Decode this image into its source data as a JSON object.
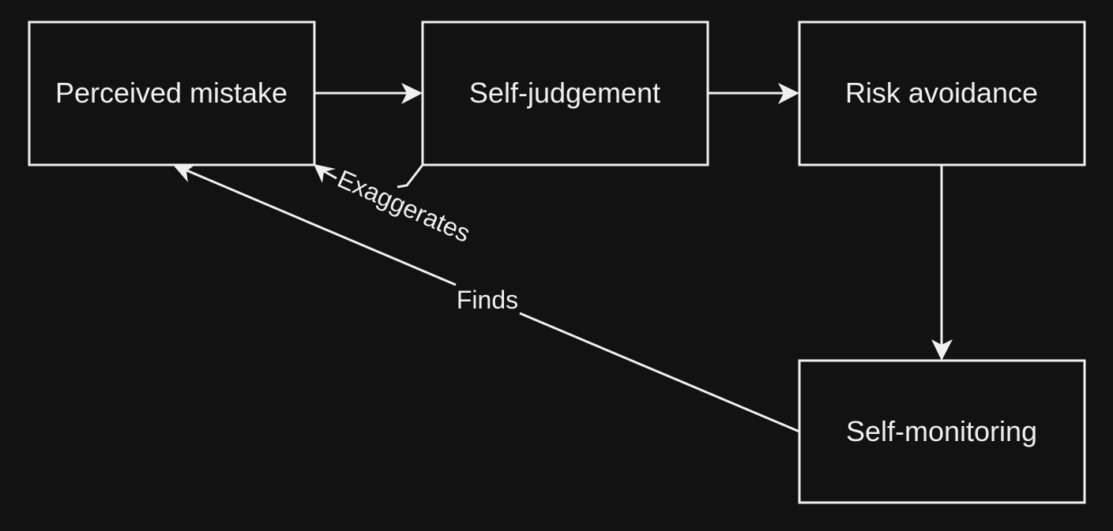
{
  "diagram": {
    "title": "",
    "colors": {
      "background": "#121212",
      "stroke": "#f0f0f0",
      "text": "#f0f0f0"
    },
    "nodes": [
      {
        "id": "perceived-mistake",
        "label": "Perceived mistake"
      },
      {
        "id": "self-judgement",
        "label": "Self-judgement"
      },
      {
        "id": "risk-avoidance",
        "label": "Risk avoidance"
      },
      {
        "id": "self-monitoring",
        "label": "Self-monitoring"
      }
    ],
    "edges": [
      {
        "from": "perceived-mistake",
        "to": "self-judgement",
        "label": ""
      },
      {
        "from": "self-judgement",
        "to": "risk-avoidance",
        "label": ""
      },
      {
        "from": "risk-avoidance",
        "to": "self-monitoring",
        "label": ""
      },
      {
        "from": "self-monitoring",
        "to": "perceived-mistake",
        "label": "Finds"
      },
      {
        "from": "self-judgement",
        "to": "perceived-mistake",
        "label": "Exaggerates"
      }
    ]
  }
}
